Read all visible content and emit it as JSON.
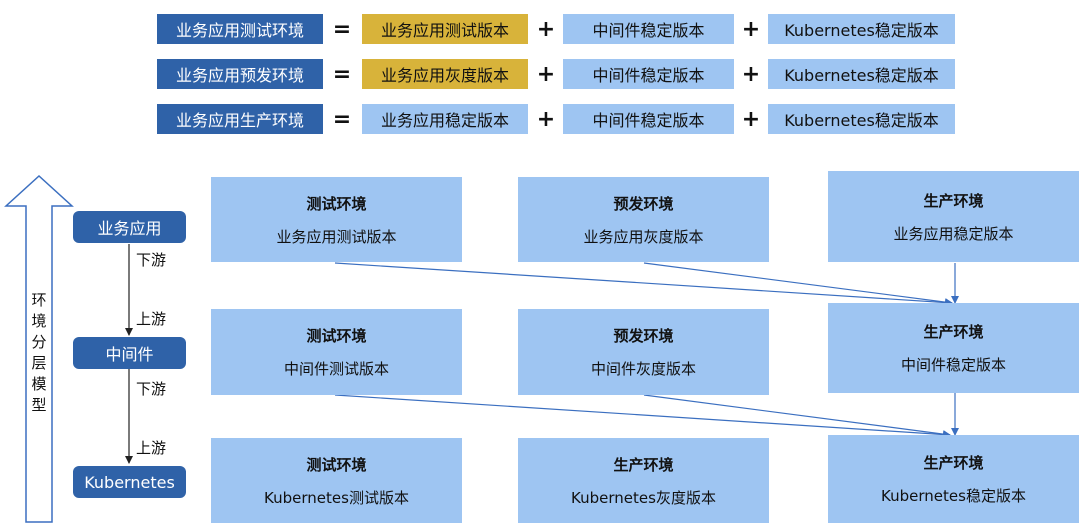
{
  "formulas": [
    {
      "env": "业务应用测试环境",
      "eq": "=",
      "app": "业务应用测试版本",
      "plus1": "+",
      "mw": "中间件稳定版本",
      "plus2": "+",
      "k8s": "Kubernetes稳定版本"
    },
    {
      "env": "业务应用预发环境",
      "eq": "=",
      "app": "业务应用灰度版本",
      "plus1": "+",
      "mw": "中间件稳定版本",
      "plus2": "+",
      "k8s": "Kubernetes稳定版本"
    },
    {
      "env": "业务应用生产环境",
      "eq": "=",
      "app": "业务应用稳定版本",
      "plus1": "+",
      "mw": "中间件稳定版本",
      "plus2": "+",
      "k8s": "Kubernetes稳定版本"
    }
  ],
  "side": {
    "axis_label": [
      "环",
      "境",
      "分",
      "层",
      "模",
      "型"
    ],
    "tiers": [
      "业务应用",
      "中间件",
      "Kubernetes"
    ],
    "streams": [
      "下游",
      "上游",
      "下游",
      "上游"
    ]
  },
  "grid": [
    [
      {
        "title": "测试环境",
        "version": "业务应用测试版本"
      },
      {
        "title": "预发环境",
        "version": "业务应用灰度版本"
      },
      {
        "title": "生产环境",
        "version": "业务应用稳定版本"
      }
    ],
    [
      {
        "title": "测试环境",
        "version": "中间件测试版本"
      },
      {
        "title": "预发环境",
        "version": "中间件灰度版本"
      },
      {
        "title": "生产环境",
        "version": "中间件稳定版本"
      }
    ],
    [
      {
        "title": "测试环境",
        "version": "Kubernetes测试版本"
      },
      {
        "title": "生产环境",
        "version": "Kubernetes灰度版本"
      },
      {
        "title": "生产环境",
        "version": "Kubernetes稳定版本"
      }
    ]
  ],
  "colors": {
    "dark_blue": "#2f62a8",
    "gold": "#d8b33a",
    "light_blue": "#9ec5f2",
    "arrow": "#3b6fc0"
  }
}
